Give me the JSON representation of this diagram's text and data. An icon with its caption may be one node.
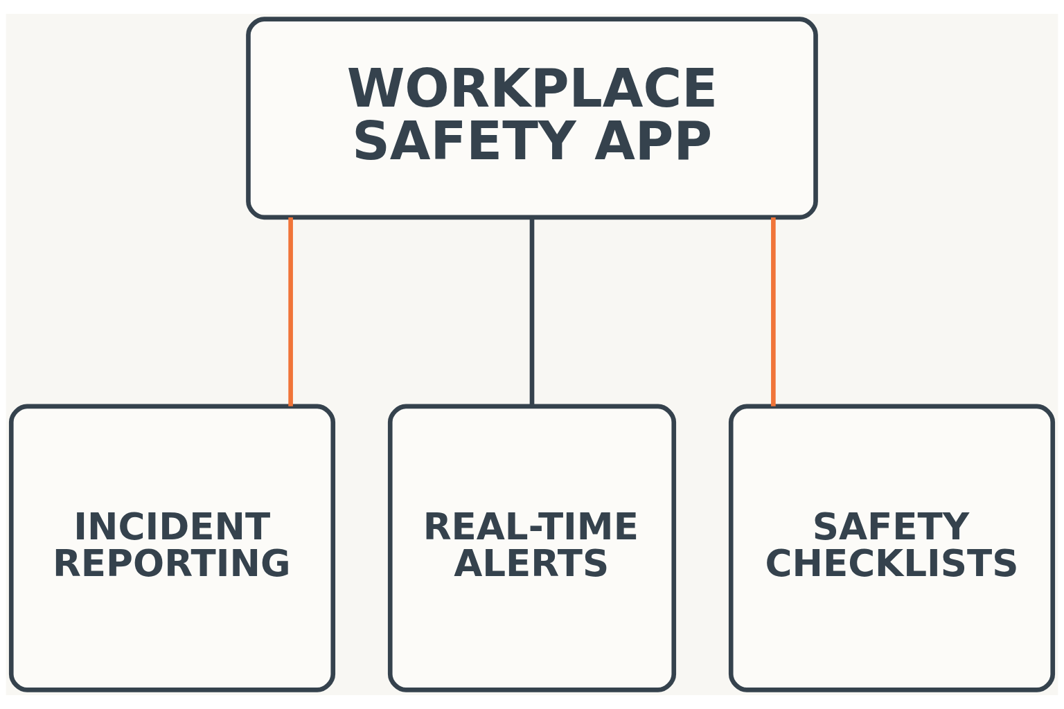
{
  "diagram": {
    "nodes": [
      {
        "text": [
          "WORKPLACE SAFETY APP"
        ]
      },
      {
        "text": [
          "INCIDENT REPORTING"
        ]
      },
      {
        "text": [
          "REAL-TIME ALERTS"
        ]
      },
      {
        "text": [
          "SAFETY CHECKLISTS"
        ]
      }
    ],
    "edges": [
      {
        "from": 0,
        "to": 1,
        "arrow": "none",
        "color": "#f07438"
      },
      {
        "from": 0,
        "to": 2,
        "arrow": "none",
        "color": "#35424d"
      },
      {
        "from": 0,
        "to": 3,
        "arrow": "none",
        "color": "#f07438"
      }
    ]
  }
}
